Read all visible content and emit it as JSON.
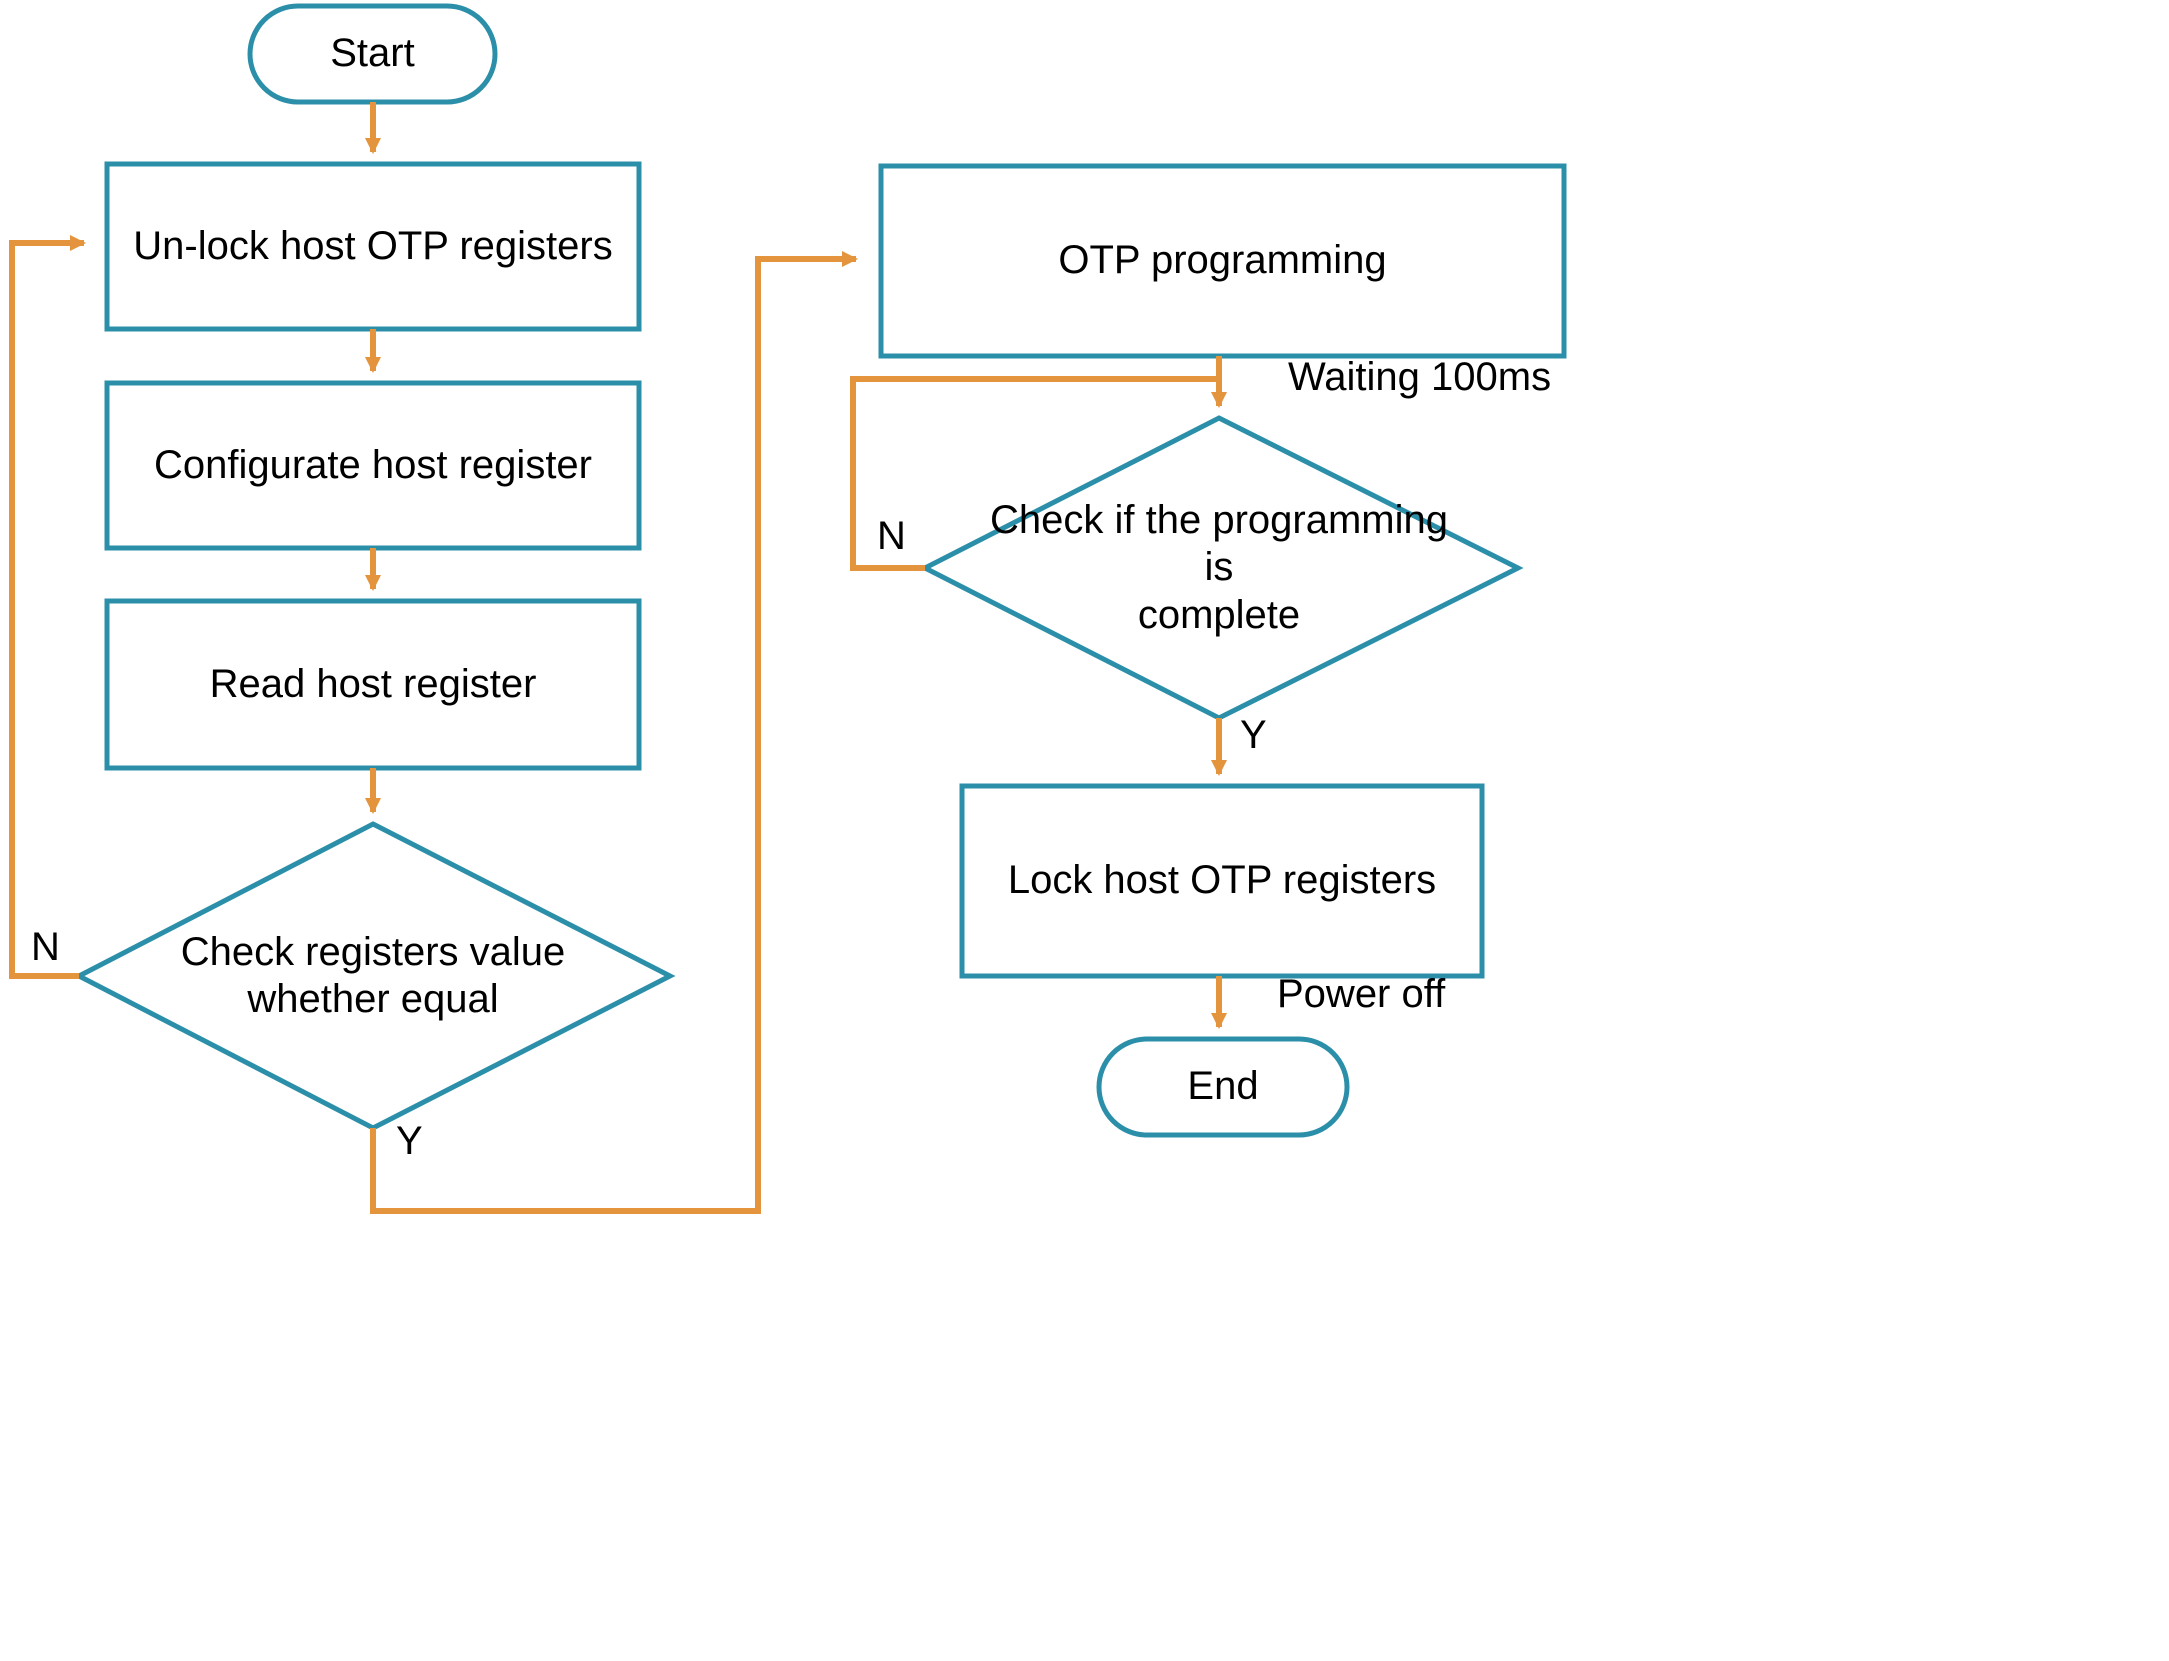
{
  "diagram": {
    "type": "flowchart",
    "title": "Host OTP programming flowchart",
    "colors": {
      "shape_stroke": "#2c8fa9",
      "connector": "#e3943c",
      "text": "#000000",
      "background": "#ffffff"
    },
    "nodes": [
      {
        "id": "start",
        "shape": "terminator",
        "label": "Start"
      },
      {
        "id": "unlock",
        "shape": "process",
        "label": "Un-lock host OTP registers"
      },
      {
        "id": "configurate",
        "shape": "process",
        "label": "Configurate host register"
      },
      {
        "id": "read",
        "shape": "process",
        "label": "Read host register"
      },
      {
        "id": "check_equal",
        "shape": "decision",
        "label": "Check registers value\nwhether equal"
      },
      {
        "id": "otp_program",
        "shape": "process",
        "label": "OTP programming"
      },
      {
        "id": "check_done",
        "shape": "decision",
        "label": "Check if the programming is\ncomplete"
      },
      {
        "id": "lock",
        "shape": "process",
        "label": "Lock host OTP registers"
      },
      {
        "id": "end",
        "shape": "terminator",
        "label": "End"
      }
    ],
    "edge_labels": {
      "check_equal_no": "N",
      "check_equal_yes": "Y",
      "waiting": "Waiting 100ms",
      "check_done_no": "N",
      "check_done_yes": "Y",
      "power_off": "Power off"
    }
  }
}
